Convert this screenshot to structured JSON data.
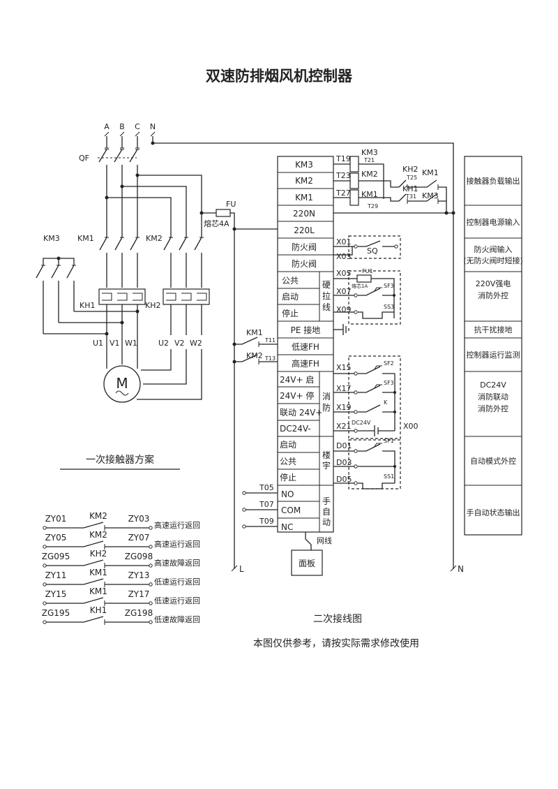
{
  "title": "双速防排烟风机控制器",
  "phases": [
    "A",
    "B",
    "C",
    "N"
  ],
  "qf": "QF",
  "fu": "FU",
  "fu_spec": "熔芯4A",
  "contactors": {
    "km3": "KM3",
    "km1": "KM1",
    "km2": "KM2",
    "kh1": "KH1",
    "kh2": "KH2"
  },
  "motor_terminals": [
    "U1",
    "V1",
    "W1",
    "U2",
    "V2",
    "W2"
  ],
  "motor_symbol": "M",
  "primary_caption": "一次接触器方案",
  "terminals": {
    "km3": "KM3",
    "km2": "KM2",
    "km1": "KM1",
    "n220": "220N",
    "l220": "220L",
    "fhf1": "防火阀",
    "fhf2": "防火阀",
    "gongong": "公共",
    "qidong": "启动",
    "tingzhi": "停止",
    "pe": "PE 接地",
    "low": "低速FH",
    "high": "高速FH",
    "v24q": "24V+ 启",
    "v24t": "24V+ 停",
    "ld24": "联动 24V+",
    "dc24n": "DC24V-",
    "lqd": "启动",
    "lgg": "公共",
    "ltz": "停止",
    "no": "NO",
    "com": "COM",
    "nc": "NC"
  },
  "groups": {
    "yinglaxian": [
      "硬",
      "拉",
      "线"
    ],
    "xiaofang": [
      "消",
      "防"
    ],
    "louyu": [
      "楼",
      "宇"
    ],
    "shouzidong": [
      "手",
      "自",
      "动"
    ]
  },
  "term_codes": {
    "t19": "T19",
    "t21": "T21",
    "t23": "T23",
    "t25": "T25",
    "t27": "T27",
    "t29": "T29",
    "t31": "T31",
    "x01": "X01",
    "x03": "X03",
    "x05": "X05",
    "x07": "X07",
    "x09": "X09",
    "x15": "X15",
    "x17": "X17",
    "x19": "X19",
    "x21": "X21",
    "x00": "X00",
    "d01": "D01",
    "d03": "D03",
    "d05": "D05",
    "t05": "T05",
    "t07": "T07",
    "t09": "T09",
    "t11": "T11",
    "t13": "T13"
  },
  "right_labels": {
    "km3": "KM3",
    "km2": "KM2",
    "km1": "KM1",
    "kh2": "KH2",
    "kh1": "KH1",
    "sq": "SQ",
    "fu1": "FU1",
    "fu1_spec": "熔芯1A",
    "sf3": "SF3",
    "ss3": "SS3",
    "sf2": "SF2",
    "sf3b": "SF3",
    "k": "K",
    "dc24v": "DC24V",
    "sf1": "SF1",
    "ss1": "SS1",
    "km1_low": "KM1",
    "km2_high": "KM2"
  },
  "panel": {
    "line": "网线",
    "label": "面板"
  },
  "l_label": "L",
  "n_label": "N",
  "func_labels": [
    [
      "接触器负载输出"
    ],
    [
      "控制器电源输入"
    ],
    [
      "防火阀输入",
      "(无防火阀时短接)"
    ],
    [
      "220V强电",
      "消防外控"
    ],
    [
      "抗干扰接地"
    ],
    [
      "控制器运行监测"
    ],
    [
      "DC24V",
      "消防联动",
      "消防外控"
    ],
    [
      "自动模式外控"
    ],
    [
      "手自动状态输出"
    ]
  ],
  "feedback": [
    {
      "left": "ZY01",
      "contact": "KM2",
      "right": "ZY03",
      "desc": "高速运行返回"
    },
    {
      "left": "ZY05",
      "contact": "KM2",
      "right": "ZY07",
      "desc": "高速运行返回"
    },
    {
      "left": "ZG095",
      "contact": "KH2",
      "right": "ZG098",
      "desc": "高速故障返回"
    },
    {
      "left": "ZY11",
      "contact": "KM1",
      "right": "ZY13",
      "desc": "低速运行返回"
    },
    {
      "left": "ZY15",
      "contact": "KM1",
      "right": "ZY17",
      "desc": "低速运行返回"
    },
    {
      "left": "ZG195",
      "contact": "KH1",
      "right": "ZG198",
      "desc": "低速故障返回"
    }
  ],
  "secondary_caption": "二次接线图",
  "note": "本图仅供参考，请按实际需求修改使用"
}
